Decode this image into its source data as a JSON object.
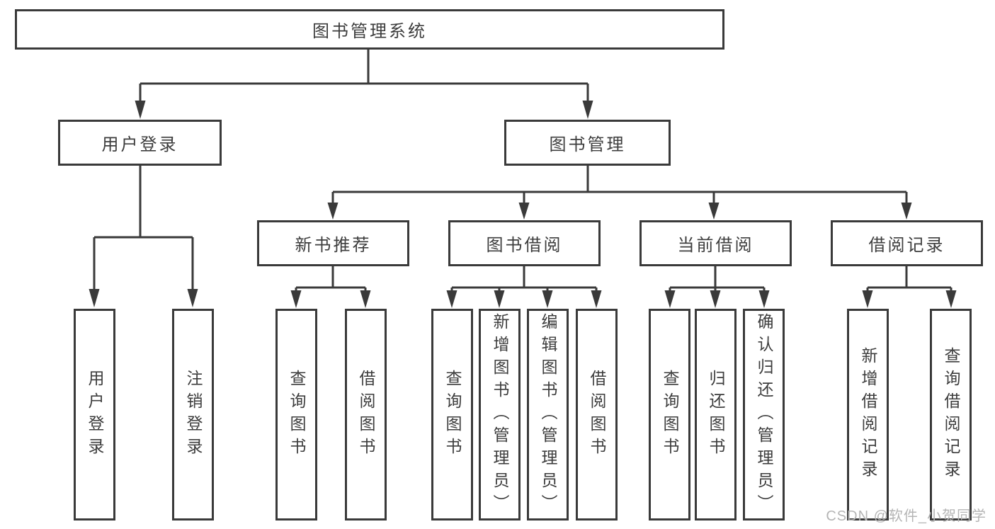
{
  "diagram": {
    "type": "hierarchy-diagram",
    "colors": {
      "line": "#3a3a3a",
      "box_border": "#3a3a3a",
      "text": "#3d3d3d",
      "background": "#ffffff",
      "watermark": "#b5b5b5"
    },
    "tree": {
      "root": {
        "label": "图书管理系统"
      },
      "children": [
        {
          "label": "用户登录",
          "children": [
            {
              "label": "用户登录"
            },
            {
              "label": "注销登录"
            }
          ]
        },
        {
          "label": "图书管理",
          "children": [
            {
              "label": "新书推荐",
              "children": [
                {
                  "label": "查询图书"
                },
                {
                  "label": "借阅图书"
                }
              ]
            },
            {
              "label": "图书借阅",
              "children": [
                {
                  "label": "查询图书"
                },
                {
                  "label": "新增图书（管理员）"
                },
                {
                  "label": "编辑图书（管理员）"
                },
                {
                  "label": "借阅图书"
                }
              ]
            },
            {
              "label": "当前借阅",
              "children": [
                {
                  "label": "查询图书"
                },
                {
                  "label": "归还图书"
                },
                {
                  "label": "确认归还（管理员）"
                }
              ]
            },
            {
              "label": "借阅记录",
              "children": [
                {
                  "label": "新增借阅记录"
                },
                {
                  "label": "查询借阅记录"
                }
              ]
            }
          ]
        }
      ]
    },
    "watermark": {
      "text": "CSDN @软件_小贺同学"
    }
  }
}
